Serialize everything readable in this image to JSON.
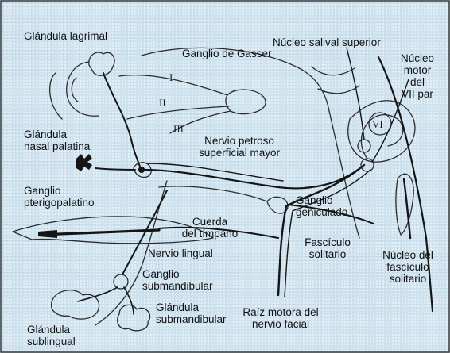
{
  "labels": {
    "glandula_lagrimal": "Glándula lagrimal",
    "ganglio_gasser": "Ganglio de Gasser",
    "nucleo_salival": "Núcleo salival superior",
    "nucleo_motor_1": "Núcleo",
    "nucleo_motor_2": "motor",
    "nucleo_motor_3": "del",
    "nucleo_motor_4": "VII par",
    "roman_1": "I",
    "roman_2": "II",
    "roman_3": "III",
    "roman_6": "VI",
    "nasal_palatina_1": "Glándula",
    "nasal_palatina_2": "nasal palatina",
    "petroso_1": "Nervio petroso",
    "petroso_2": "superficial mayor",
    "pterigo_1": "Ganglio",
    "pterigo_2": "pterigopalatino",
    "cuerda_1": "Cuerda",
    "cuerda_2": "del tímpano",
    "geniculado_1": "Ganglio",
    "geniculado_2": "geniculado",
    "nervio_lingual": "Nervio lingual",
    "fasciculo_1": "Fascículo",
    "fasciculo_2": "solitario",
    "nucleo_fasc_1": "Núcleo del",
    "nucleo_fasc_2": "fascículo",
    "nucleo_fasc_3": "solitario",
    "submand_g_1": "Ganglio",
    "submand_g_2": "submandibular",
    "submand_gl_1": "Glándula",
    "submand_gl_2": "submandibular",
    "raiz_1": "Raíz motora del",
    "raiz_2": "nervio facial",
    "sublingual_1": "Glándula",
    "sublingual_2": "sublingual"
  },
  "colors": {
    "background": "#cfe3ef",
    "nerve": "#1a1a1a",
    "outline": "#2b2b2b"
  }
}
